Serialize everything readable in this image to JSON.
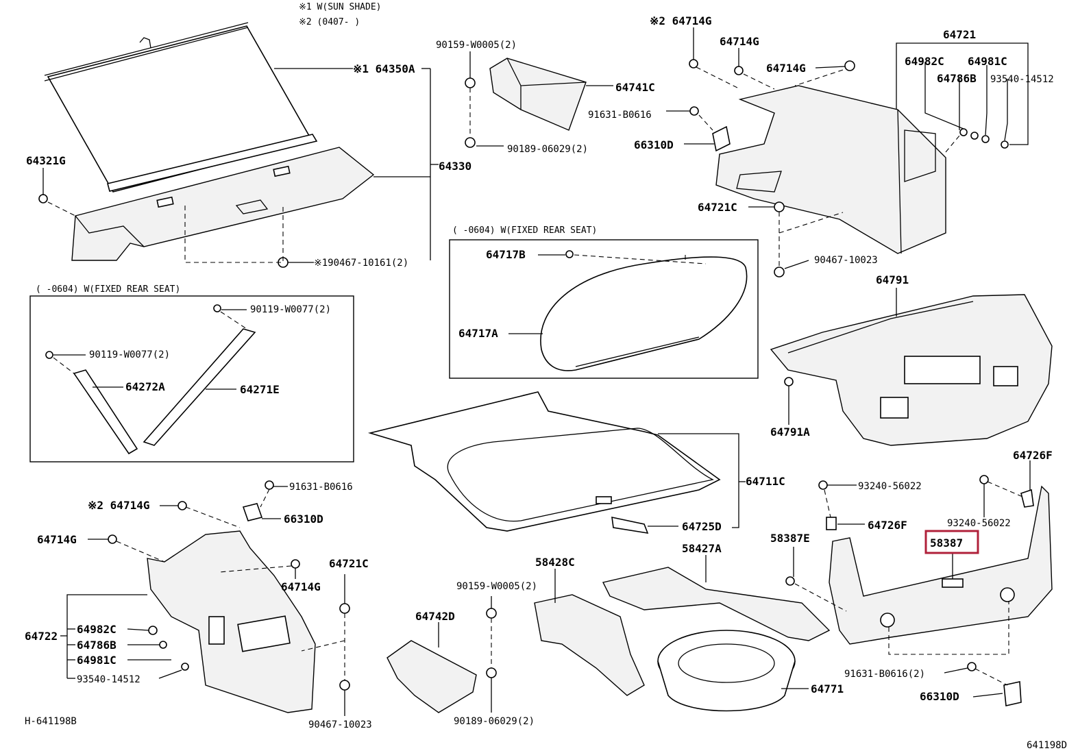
{
  "colors": {
    "line": "#000000",
    "background": "#ffffff",
    "highlight": "#b0203a"
  },
  "notes": {
    "n1": "※1 W(SUN  SHADE)",
    "n2": "※2 (0407-      )",
    "box_left": "(     -0604)  W(FIXED REAR SEAT)",
    "box_mid": "(     -0604)  W(FIXED REAR SEAT)"
  },
  "labels": {
    "p64350A": "※1 64350A",
    "p64321G": "64321G",
    "p64330": "64330",
    "p90467_10161": "※190467-10161(2)",
    "p90159_a": "90159-W0005(2)",
    "p64741C": "64741C",
    "p91631_a": "91631-B0616",
    "p66310D_a": "66310D",
    "p90189_a": "90189-06029(2)",
    "p64714G_a": "※2 64714G",
    "p64714G_b": "64714G",
    "p64714G_c": "64714G",
    "p64721": "64721",
    "p64982C_a": "64982C",
    "p64981C_a": "64981C",
    "p64786B_a": "64786B",
    "p93540_a": "93540-14512",
    "p64721C_a": "64721C",
    "p90467_a": "90467-10023",
    "p64717B": "64717B",
    "p64717A": "64717A",
    "p64791": "64791",
    "p64791A": "64791A",
    "p90119_a": "90119-W0077(2)",
    "p90119_b": "90119-W0077(2)",
    "p64272A": "64272A",
    "p64271E": "64271E",
    "p64711C": "64711C",
    "p64725D": "64725D",
    "p64726F_a": "64726F",
    "p93240_a": "93240-56022",
    "p93240_b": "93240-56022",
    "p64726F_b": "64726F",
    "p58387E": "58387E",
    "p58387": "58387",
    "p91631_b": "91631-B0616",
    "p66310D_b": "66310D",
    "p64714G_d": "※2 64714G",
    "p64714G_e": "64714G",
    "p64714G_f": "64714G",
    "p64721C_b": "64721C",
    "p64722": "64722",
    "p64982C_b": "64982C",
    "p64786B_b": "64786B",
    "p64981C_b": "64981C",
    "p93540_b": "93540-14512",
    "p90467_b": "90467-10023",
    "p90159_b": "90159-W0005(2)",
    "p58428C": "58428C",
    "p58427A": "58427A",
    "p64742D": "64742D",
    "p90189_b": "90189-06029(2)",
    "p64771": "64771",
    "p91631_c": "91631-B0616(2)",
    "p66310D_c": "66310D",
    "code_left": "H-641198B",
    "code_right": "641198D"
  }
}
